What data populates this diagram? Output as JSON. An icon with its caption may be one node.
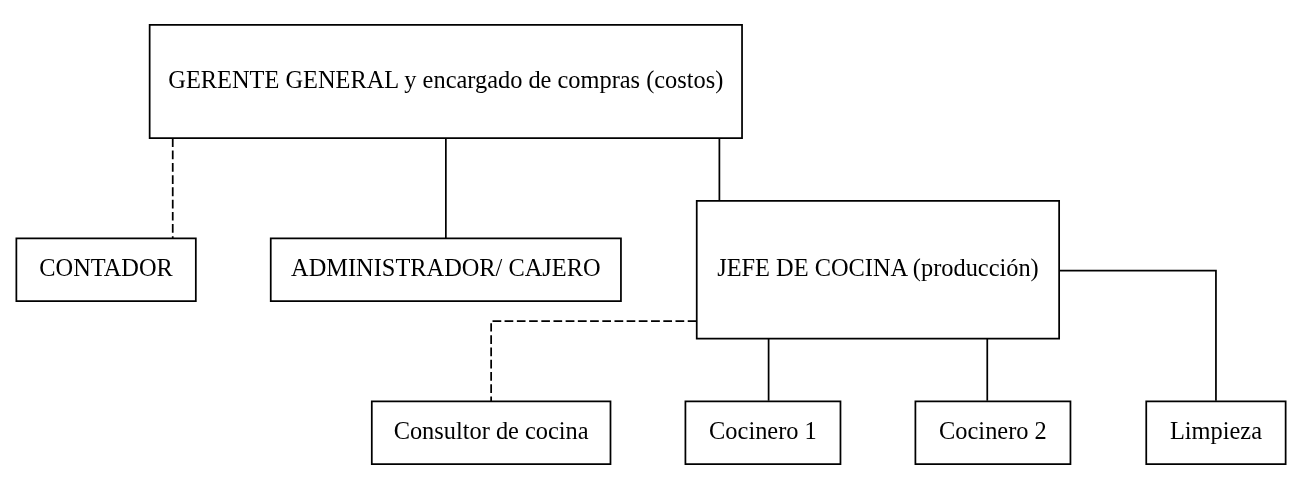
{
  "diagram": {
    "nodes": [
      {
        "text": [
          "GERENTE GENERAL y encargado de compras (costos)"
        ]
      },
      {
        "text": [
          "CONTADOR"
        ]
      },
      {
        "text": [
          "ADMINISTRADOR/ CAJERO"
        ]
      },
      {
        "text": [
          "JEFE DE COCINA (producción)"
        ]
      },
      {
        "text": [
          "Consultor de cocina"
        ]
      },
      {
        "text": [
          "Cocinero 1"
        ]
      },
      {
        "text": [
          "Cocinero 2"
        ]
      },
      {
        "text": [
          "Limpieza"
        ]
      }
    ],
    "edges": [
      {
        "from": 0,
        "to": 1,
        "arrow": "none",
        "style": "dashed"
      },
      {
        "from": 0,
        "to": 2,
        "arrow": "none"
      },
      {
        "from": 0,
        "to": 3,
        "arrow": "none"
      },
      {
        "from": 3,
        "to": 4,
        "arrow": "none",
        "style": "dashed"
      },
      {
        "from": 3,
        "to": 5,
        "arrow": "none"
      },
      {
        "from": 3,
        "to": 6,
        "arrow": "none"
      },
      {
        "from": 3,
        "to": 7,
        "arrow": "none"
      }
    ]
  }
}
